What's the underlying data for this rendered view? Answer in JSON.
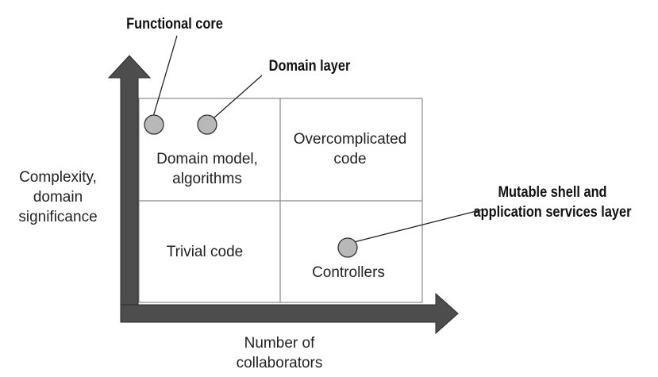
{
  "quadrants": {
    "top_left": "Domain model,\nalgorithms",
    "top_right": "Overcomplicated\ncode",
    "bottom_left": "Trivial code",
    "bottom_right": "Controllers"
  },
  "axes": {
    "y_label": "Complexity,\ndomain\nsignificance",
    "x_label": "Number of\ncollaborators"
  },
  "callouts": {
    "functional_core": "Functional core",
    "domain_layer": "Domain layer",
    "mutable_shell": "Mutable shell and\napplication services layer"
  },
  "colors": {
    "arrow": "#4d4d4d",
    "grid": "#8a8a8a",
    "marker_fill": "#b8b8b8",
    "marker_stroke": "#333333"
  }
}
